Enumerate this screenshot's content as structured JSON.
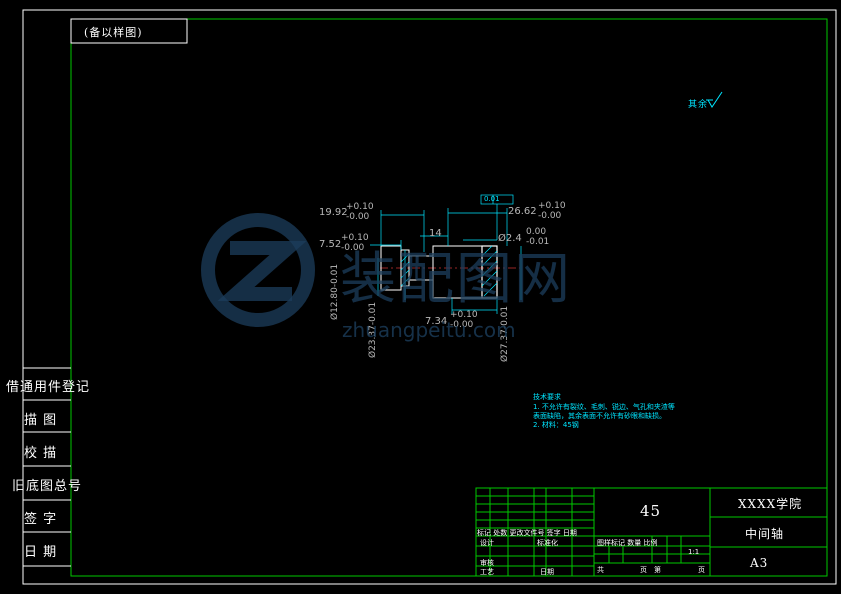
{
  "title_tag": "(备以样图)",
  "roughness_note": "其余",
  "left_column": {
    "row1": "借通用件登记",
    "row2": "描  图",
    "row3": "校  描",
    "row4": "旧底图总号",
    "row5": "签  字",
    "row6": "日  期"
  },
  "dims": {
    "d1_val": "19.92",
    "d1_tol_up": "+0.10",
    "d1_tol_dn": "-0.00",
    "d2_val": "7.52",
    "d2_tol_up": "+0.10",
    "d2_tol_dn": "-0.00",
    "d3_val": "14",
    "d4_val": "26.62",
    "d4_tol_up": "+0.10",
    "d4_tol_dn": "-0.00",
    "d5_val": "Ø2.4",
    "d5_tol_up": "0.00",
    "d5_tol_dn": "-0.01",
    "d6_val": "7.34",
    "d6_tol_up": "+0.10",
    "d6_tol_dn": "-0.00",
    "v1": "Ø12.80-0.01",
    "v2": "Ø23.37-0.01",
    "v3": "Ø27.37-0.01",
    "v_zero": "0.00",
    "tol_frame": "0.01"
  },
  "tech_notes": {
    "heading": "技术要求",
    "line1": "1. 不允许有裂纹、毛刺、锐边、气孔和夹渣等",
    "line2": "   表面缺陷，其余表面不允许有砂眼和缺损。",
    "line3": "2. 材料：45钢"
  },
  "title_block": {
    "material": "45",
    "school": "XXXX学院",
    "part_name": "中间轴",
    "sheet_size": "A3",
    "scale": "1:1",
    "hdr_row": "标记 处数 更改文件号 签字 日期",
    "design": "设计",
    "standardize": "标准化",
    "review": "审核",
    "process": "工艺",
    "date": "日期",
    "stage_header": "图样标记 数量 比例",
    "total": "共",
    "pages": "页",
    "sheet_no": "第",
    "page_suffix": "页"
  },
  "watermark": {
    "cn": "装配图网",
    "url": "zhuangpeitu.com"
  },
  "colors": {
    "frame": "#00c800",
    "cyan": "#00e5ff",
    "white": "#ffffff"
  }
}
